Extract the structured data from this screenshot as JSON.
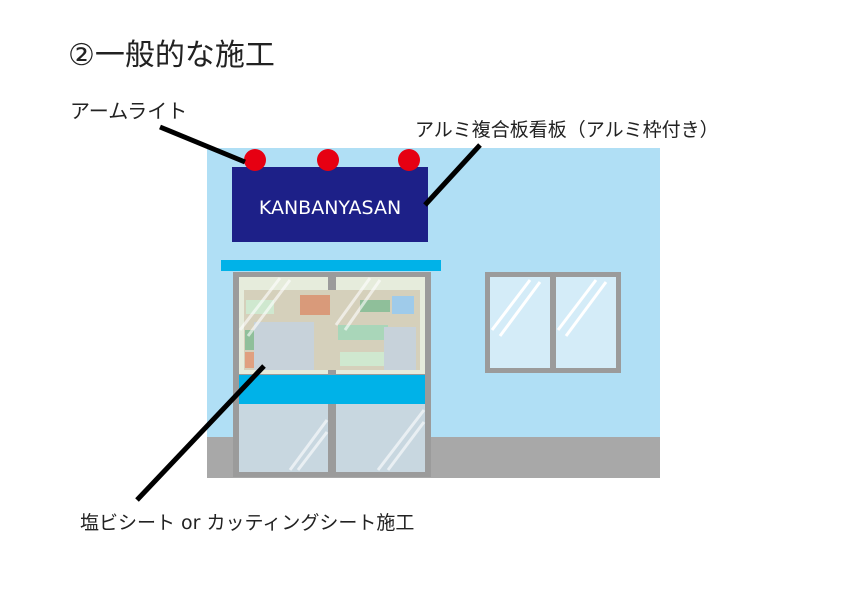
{
  "title": "②一般的な施工",
  "labels": {
    "arm_light": "アームライト",
    "sign_board": "アルミ複合板看板（アルミ枠付き）",
    "sheet": "塩ビシート or カッティングシート施工"
  },
  "sign_text": "KANBANYASAN",
  "colors": {
    "wall": "#b0dff5",
    "sign": "#1d2088",
    "light": "#e60012",
    "awning": "#00b2e8",
    "frame": "#9b9b9b",
    "floor": "#a8a8a8"
  }
}
